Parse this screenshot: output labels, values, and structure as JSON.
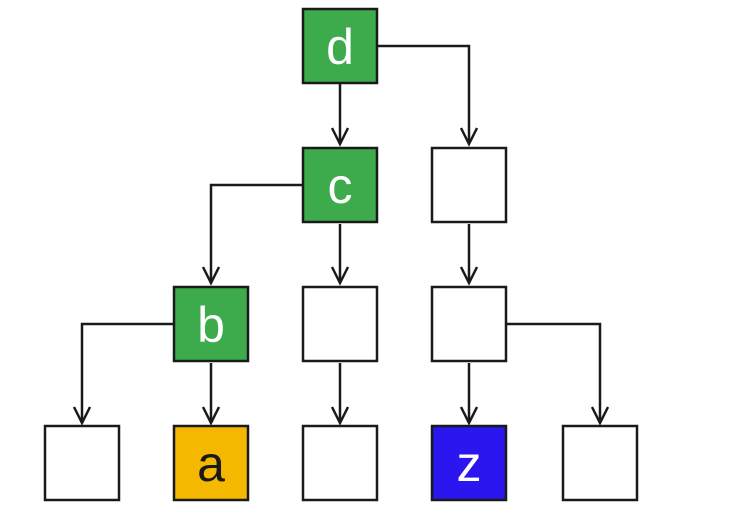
{
  "colors": {
    "green": "#3daa4c",
    "orange": "#f5b800",
    "blue": "#2b16f0",
    "white": "#ffffff",
    "line": "#1a1a1a"
  },
  "nodes": {
    "d": {
      "label": "d",
      "fill": "#3daa4c",
      "text_color": "#ffffff"
    },
    "c": {
      "label": "c",
      "fill": "#3daa4c",
      "text_color": "#ffffff"
    },
    "b": {
      "label": "b",
      "fill": "#3daa4c",
      "text_color": "#ffffff"
    },
    "a": {
      "label": "a",
      "fill": "#f5b800",
      "text_color": "#1a1a1a"
    },
    "z": {
      "label": "z",
      "fill": "#2b16f0",
      "text_color": "#ffffff"
    },
    "e1": {
      "label": "",
      "fill": "#ffffff",
      "text_color": "#1a1a1a"
    },
    "e2": {
      "label": "",
      "fill": "#ffffff",
      "text_color": "#1a1a1a"
    },
    "e3": {
      "label": "",
      "fill": "#ffffff",
      "text_color": "#1a1a1a"
    },
    "e4": {
      "label": "",
      "fill": "#ffffff",
      "text_color": "#1a1a1a"
    },
    "e5": {
      "label": "",
      "fill": "#ffffff",
      "text_color": "#1a1a1a"
    },
    "e6": {
      "label": "",
      "fill": "#ffffff",
      "text_color": "#1a1a1a"
    }
  },
  "edges": [
    [
      "d",
      "c"
    ],
    [
      "d",
      "e1"
    ],
    [
      "c",
      "b"
    ],
    [
      "c",
      "e2"
    ],
    [
      "e1",
      "e3"
    ],
    [
      "b",
      "e4"
    ],
    [
      "b",
      "a"
    ],
    [
      "e2",
      "e5"
    ],
    [
      "e3",
      "z"
    ],
    [
      "e3",
      "e6"
    ]
  ]
}
